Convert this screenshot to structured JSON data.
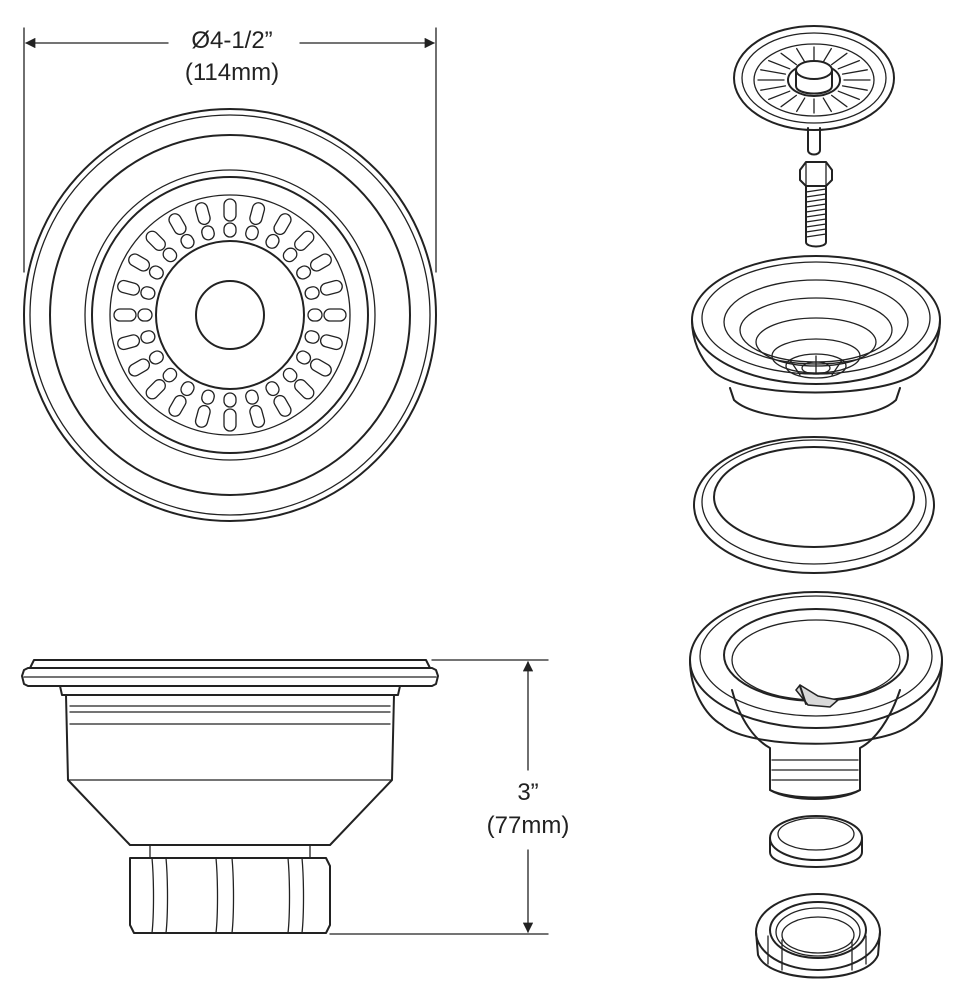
{
  "dimensions": {
    "diameter": {
      "value": "Ø4-1/2”",
      "metric": "(114mm)"
    },
    "height": {
      "value": "3”",
      "metric": "(77mm)"
    }
  },
  "colors": {
    "line": "#222222",
    "background": "#ffffff",
    "shade": "#d9d9d9"
  }
}
